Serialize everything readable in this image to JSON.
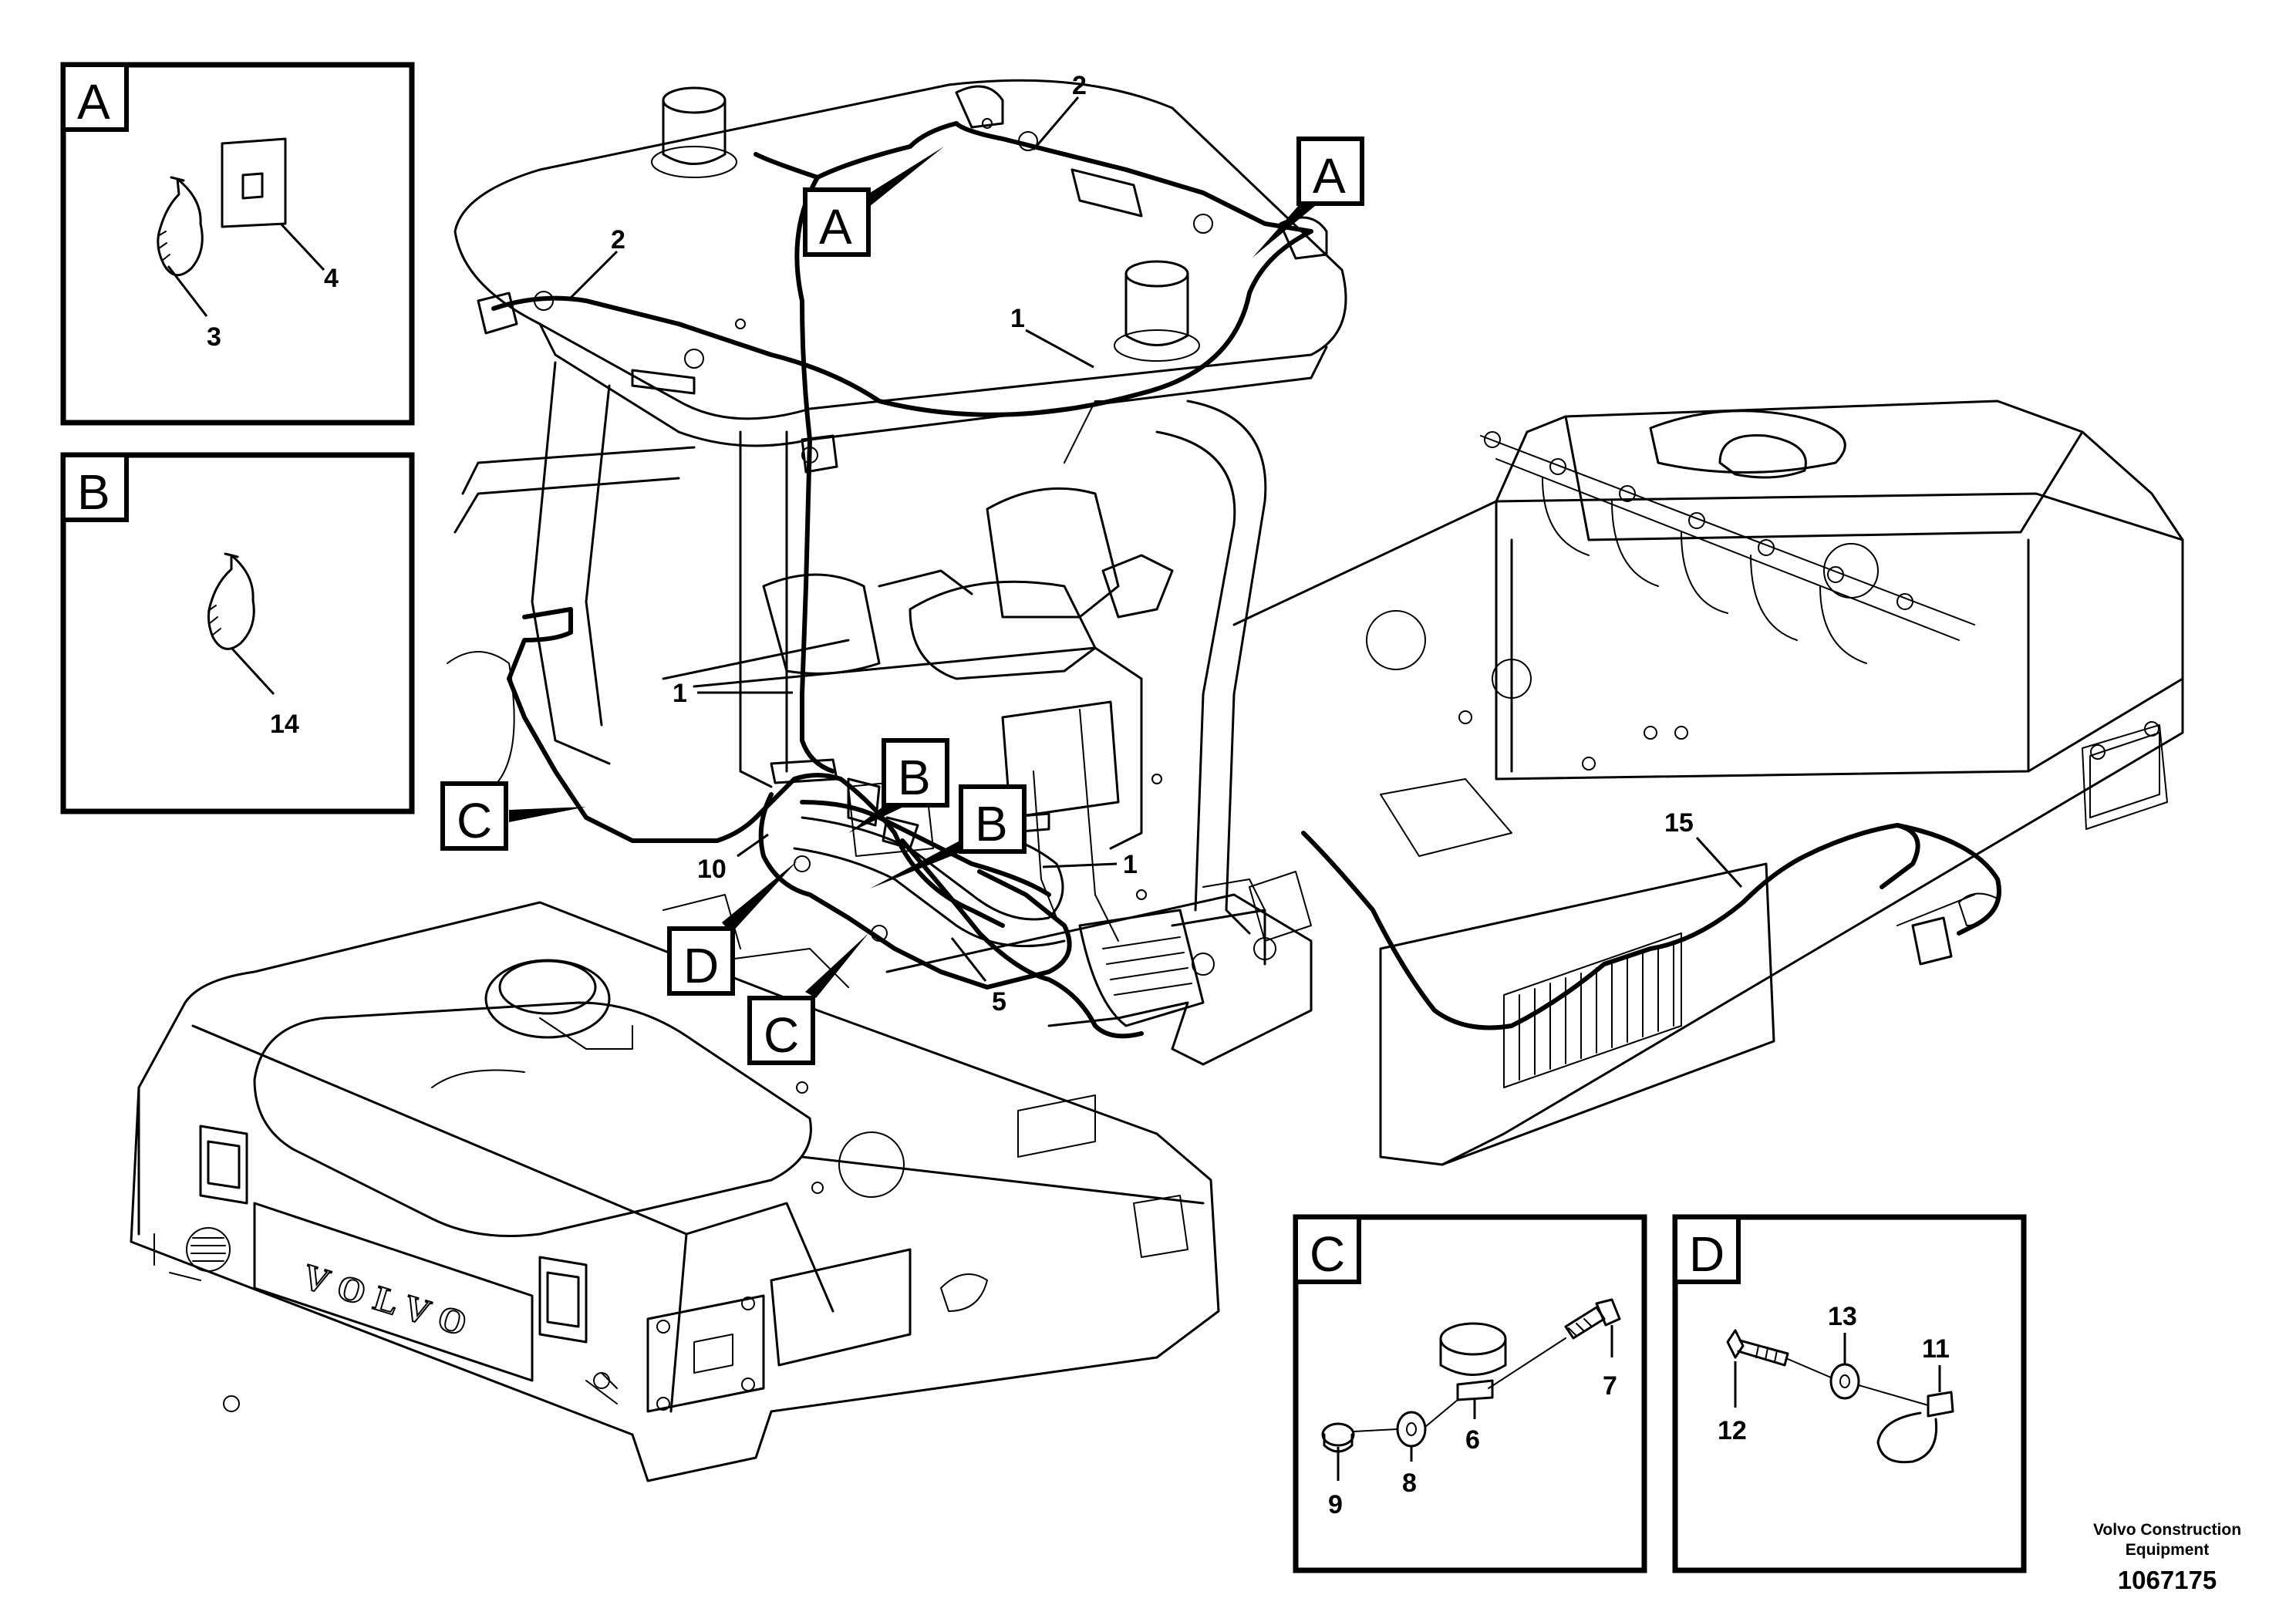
{
  "detail_boxes": [
    {
      "letter": "A",
      "part_numbers": [
        "3",
        "4"
      ]
    },
    {
      "letter": "B",
      "part_numbers": [
        "14"
      ]
    },
    {
      "letter": "C",
      "part_numbers": [
        "9",
        "8",
        "6",
        "7"
      ]
    },
    {
      "letter": "D",
      "part_numbers": [
        "12",
        "13",
        "11"
      ]
    }
  ],
  "reference_tags": {
    "a_left": "A",
    "a_right": "A",
    "b_upper": "B",
    "b_lower": "B",
    "c_left": "C",
    "c_lower": "C",
    "d": "D"
  },
  "callouts": {
    "c2_top": "2",
    "c2_left": "2",
    "c1_roof": "1",
    "c1_pillar": "1",
    "c1_right": "1",
    "c10": "10",
    "c5": "5",
    "c15": "15"
  },
  "machine_brand": "VOLVO",
  "footer": {
    "company_line1": "Volvo Construction",
    "company_line2": "Equipment",
    "drawing_number": "1067175"
  }
}
